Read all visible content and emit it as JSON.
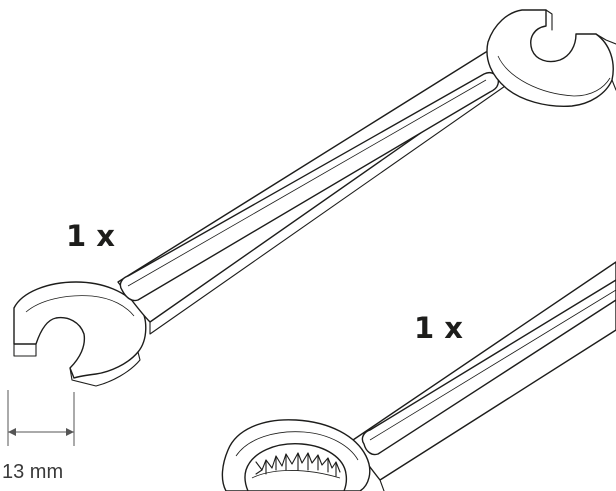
{
  "items": [
    {
      "quantity_label": "1 x"
    },
    {
      "quantity_label": "1 x"
    }
  ],
  "dimension": {
    "label": "13 mm"
  }
}
